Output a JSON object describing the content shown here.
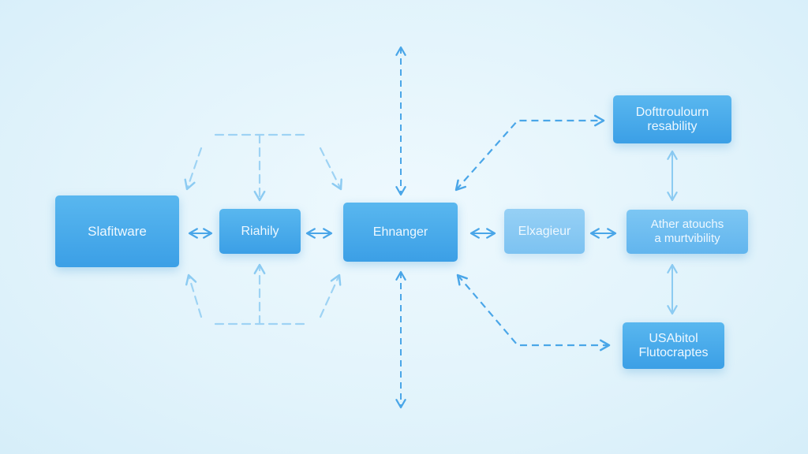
{
  "colors": {
    "background": "#e4f5fc",
    "node_primary": "#3b9fe6",
    "node_light": "#7cc2f1",
    "connector": "#4aa6e8"
  },
  "nodes": {
    "software": {
      "label": "Slafitware"
    },
    "riahily": {
      "label": "Riahily"
    },
    "ehnanger": {
      "label": "Ehnanger"
    },
    "elxagieur": {
      "label": "Elxagieur"
    },
    "dofttroul": {
      "line1": "Dofttroulourn",
      "line2": "resability"
    },
    "ather": {
      "line1": "Ather atouchs",
      "line2": "a murtvibility"
    },
    "usabitol": {
      "line1": "USAbitol",
      "line2": "Flutocraptes"
    }
  },
  "connectors": {
    "arrow_icon": "bidirectional-arrow",
    "line_style": "dashed"
  }
}
